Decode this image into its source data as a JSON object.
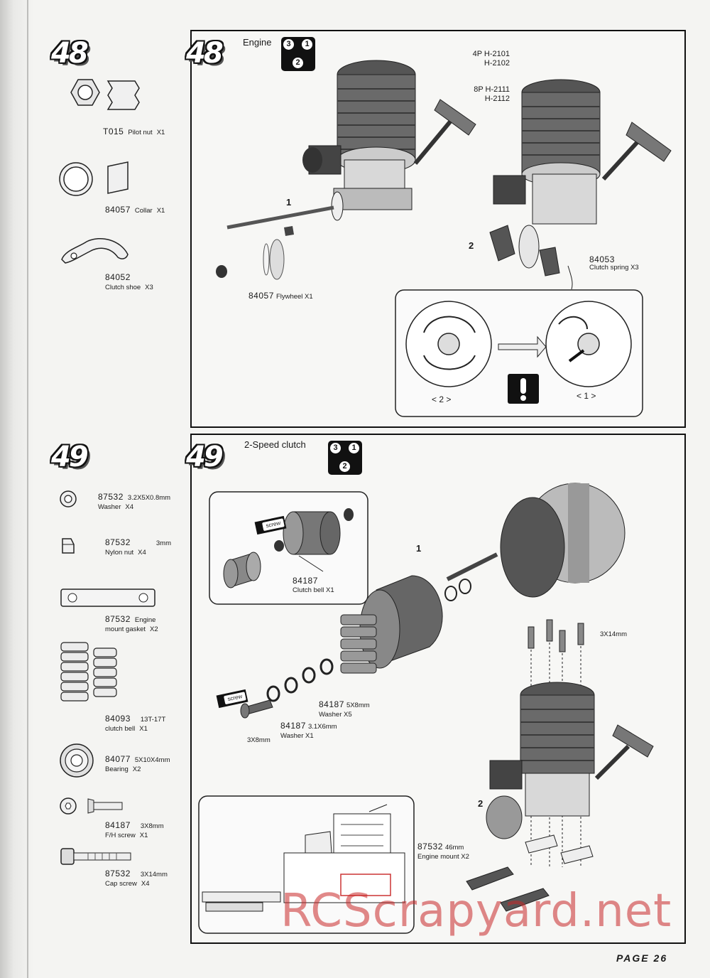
{
  "steps": {
    "s48": {
      "number": "48",
      "title": "Engine",
      "sequence": [
        "3",
        "1",
        "2"
      ],
      "parts": [
        {
          "pn": "T015",
          "dim": "",
          "name": "Pilot nut",
          "qty": "X1"
        },
        {
          "pn": "84057",
          "dim": "",
          "name": "Collar",
          "qty": "X1"
        },
        {
          "pn": "84052",
          "dim": "",
          "name": "Clutch shoe",
          "qty": "X3"
        }
      ],
      "engine_codes_a": [
        "4P  H-2101",
        "H-2102"
      ],
      "engine_codes_b": [
        "8P  H-2111",
        "H-2112"
      ],
      "labels": {
        "sub1": "1",
        "sub2": "2",
        "flywheel_pn": "84057",
        "flywheel_name": "Flywheel  X1",
        "spring_pn": "84053",
        "spring_name": "Clutch spring    X3",
        "inset_left": "< 2 >",
        "inset_right": "< 1 >"
      }
    },
    "s49": {
      "number": "49",
      "title": "2-Speed clutch",
      "sequence": [
        "3",
        "1",
        "2"
      ],
      "parts": [
        {
          "pn": "87532",
          "dim": "3.2X5X0.8mm",
          "name": "Washer",
          "qty": "X4"
        },
        {
          "pn": "87532",
          "dim": "3mm",
          "name": "Nylon nut",
          "qty": "X4"
        },
        {
          "pn": "87532",
          "dim": "Engine",
          "name": "mount gasket",
          "qty": "X2"
        },
        {
          "pn": "84093",
          "dim": "13T-17T",
          "name": "clutch bell",
          "qty": "X1"
        },
        {
          "pn": "84077",
          "dim": "5X10X4mm",
          "name": "Bearing",
          "qty": "X2"
        },
        {
          "pn": "84187",
          "dim": "3X8mm",
          "name": "F/H  screw",
          "qty": "X1"
        },
        {
          "pn": "87532",
          "dim": "3X14mm",
          "name": "Cap screw",
          "qty": "X4"
        }
      ],
      "labels": {
        "sub1": "1",
        "sub2": "2",
        "screw_tag": "screw",
        "clutch_bell_pn": "84187",
        "clutch_bell_name": "Clutch bell  X1",
        "washer5_pn": "84187",
        "washer5_dim": "5X8mm",
        "washer5_name": "Washer   X5",
        "washer3_pn": "84187",
        "washer3_dim": "3.1X6mm",
        "washer3_name": "Washer   X1",
        "screw_3x8": "3X8mm",
        "screw_3x14": "3X14mm",
        "mount_pn": "87532",
        "mount_dim": "46mm",
        "mount_name": "Engine mount  X2"
      }
    }
  },
  "watermark": "RCScrapyard.net",
  "page": "PAGE  26"
}
